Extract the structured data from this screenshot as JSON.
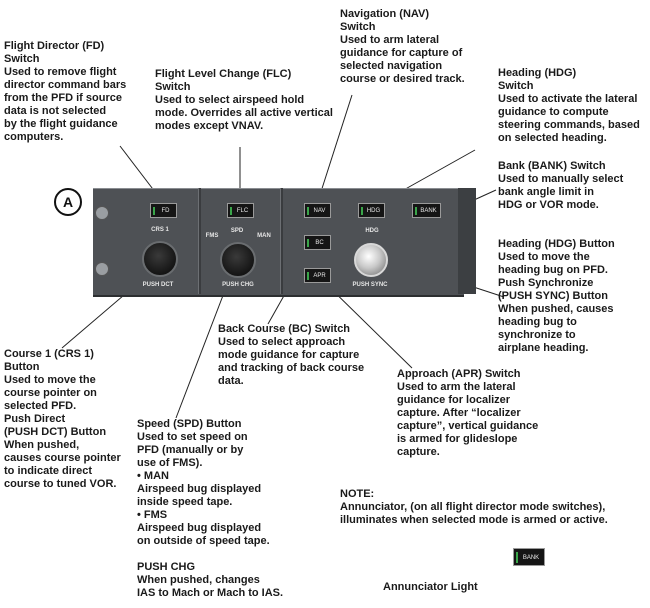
{
  "marker": "A",
  "captions": {
    "fd": "Flight Director (FD)\nSwitch\nUsed  to remove flight\ndirector command bars\nfrom the PFD if source\ndata is not selected\nby the flight guidance\ncomputers.",
    "flc": "Flight Level Change (FLC)\nSwitch\nUsed to select airspeed hold\nmode. Overrides all active vertical\nmodes except VNAV.",
    "nav": "Navigation (NAV)\nSwitch\nUsed to arm lateral\nguidance for capture of\nselected navigation\ncourse or desired track.",
    "hdg_switch": "Heading (HDG)\nSwitch\nUsed to activate the lateral\nguidance to compute\nsteering commands, based\non selected heading.",
    "bank": "Bank (BANK) Switch\nUsed to manually select\nbank angle limit in\nHDG or VOR mode.",
    "hdg_button": "Heading (HDG) Button\nUsed to move the\nheading bug on PFD.\nPush Synchronize\n(PUSH SYNC) Button\nWhen pushed, causes\nheading bug to\nsynchronize to\nairplane heading.",
    "crs1": "Course 1 (CRS 1)\nButton\nUsed to move the\ncourse pointer on\nselected PFD.\nPush Direct\n(PUSH DCT) Button\nWhen pushed,\ncauses course pointer\nto indicate direct\ncourse to tuned VOR.",
    "bc": "Back Course (BC) Switch\nUsed to select approach\nmode guidance for capture\nand tracking of back course\ndata.",
    "apr": "Approach (APR) Switch\nUsed to arm the lateral\nguidance for localizer\ncapture. After “localizer\ncapture”, vertical guidance\nis armed for glideslope\ncapture.",
    "spd": "Speed (SPD) Button\nUsed to set speed on\nPFD (manually or by\nuse of FMS).\n• MAN\nAirspeed bug displayed\ninside speed tape.\n• FMS\nAirspeed bug displayed\non outside of speed tape.\n\nPUSH CHG\nWhen pushed, changes\nIAS to Mach or Mach to IAS.",
    "note": "NOTE:\nAnnunciator, (on all flight director mode switches),\nilluminates when selected mode is armed or active.",
    "annunciator": "Annunciator Light"
  },
  "panel": {
    "switches": {
      "fd": "FD",
      "flc": "FLC",
      "nav": "NAV",
      "hdg": "HDG",
      "bank": "BANK",
      "bc": "BC",
      "apr": "APR"
    },
    "labels": {
      "crs1": "CRS 1",
      "push_dct": "PUSH DCT",
      "fms": "FMS",
      "spd": "SPD",
      "man": "MAN",
      "push_chg": "PUSH CHG",
      "hdg": "HDG",
      "push_sync": "PUSH SYNC"
    },
    "sample_annunciator": "BANK"
  },
  "colors": {
    "panel": "#4e5155",
    "annunciator_led": "#3aa64a",
    "switch_face": "#151515"
  }
}
